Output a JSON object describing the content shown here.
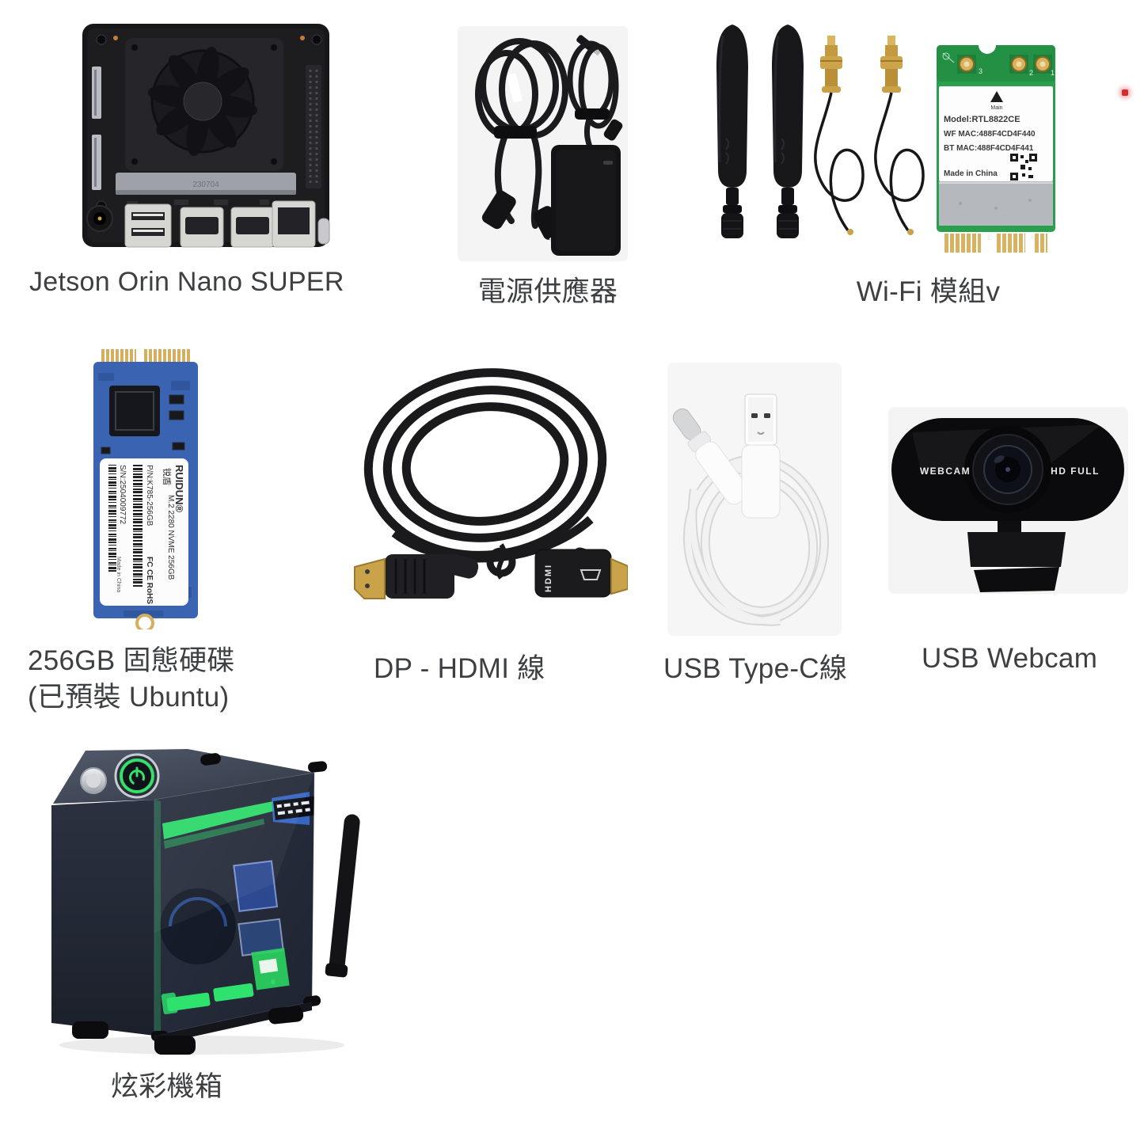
{
  "page": {
    "background": "#ffffff",
    "label_color": "#3d3f41"
  },
  "labels": {
    "jetson": "Jetson Orin Nano SUPER",
    "power_supply": "電源供應器",
    "wifi": "Wi-Fi 模組v",
    "ssd_line1": "256GB 固態硬碟",
    "ssd_line2": "(已預裝 Ubuntu)",
    "dp_hdmi": "DP - HDMI 線",
    "usb_c": "USB Type-C線",
    "webcam": "USB Webcam",
    "case": "炫彩機箱"
  },
  "jetson": {
    "sodimm_marking": "230704"
  },
  "wifi_card": {
    "model": "Model:RTL8822CE",
    "wf_mac": "WF MAC:488F4CD4F440",
    "bt_mac": "BT MAC:488F4CD4F441",
    "made_in": "Made in China",
    "main_label": "Main",
    "antenna_3": "3",
    "antenna_2": "2",
    "antenna_1": "1",
    "edge_e": "E",
    "edge_a": "A"
  },
  "ssd_sticker": {
    "brand": "RUIDUN®",
    "brand_cn": "锐盾",
    "spec": "M.2 2280 NVME 256GB",
    "part_no": "P/N:K785-256GB",
    "serial_no": "S/N:2504009772",
    "cert_marks": "FC CE RoHS",
    "made_in": "Made in China"
  },
  "dp_hdmi_cable": {
    "connector_print": "HDMI"
  },
  "webcam_print": {
    "left": "WEBCAM",
    "right": "HD FULL"
  },
  "colors": {
    "marker_red": "#d92b2b",
    "pcb_green": "#2aa04e",
    "pcb_blue": "#3a63b2",
    "gold": "#c9a24a",
    "rgb_green": "#2fe26d",
    "rgb_blue": "#3e7bf0",
    "power_button_green": "#35e06a"
  }
}
